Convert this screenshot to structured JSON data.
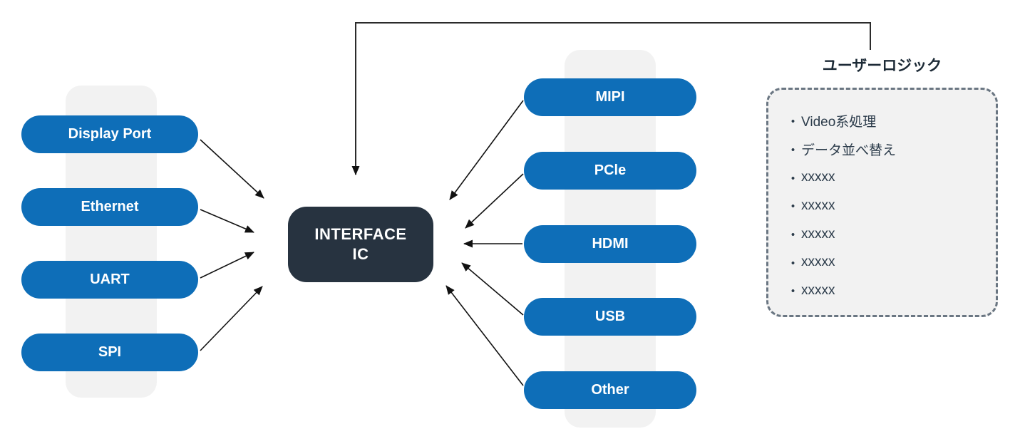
{
  "diagram": {
    "center_box": {
      "line1": "INTERFACE",
      "line2": "IC"
    },
    "left_pills": [
      {
        "label": "Display Port"
      },
      {
        "label": "Ethernet"
      },
      {
        "label": "UART"
      },
      {
        "label": "SPI"
      }
    ],
    "right_pills": [
      {
        "label": "MIPI"
      },
      {
        "label": "PCle"
      },
      {
        "label": "HDMI"
      },
      {
        "label": "USB"
      },
      {
        "label": "Other"
      }
    ],
    "user_logic": {
      "title": "ユーザーロジック",
      "bullet": "・",
      "items": [
        "Video系処理",
        "データ並べ替え",
        "xxxxx",
        "xxxxx",
        "xxxxx",
        "xxxxx",
        "xxxxx"
      ]
    },
    "colors": {
      "pill_blue": "#0e6eb8",
      "ic_dark": "#273340",
      "strip_gray": "#f2f2f2",
      "dashed_border": "#6a7682",
      "arrow": "#111111"
    }
  }
}
